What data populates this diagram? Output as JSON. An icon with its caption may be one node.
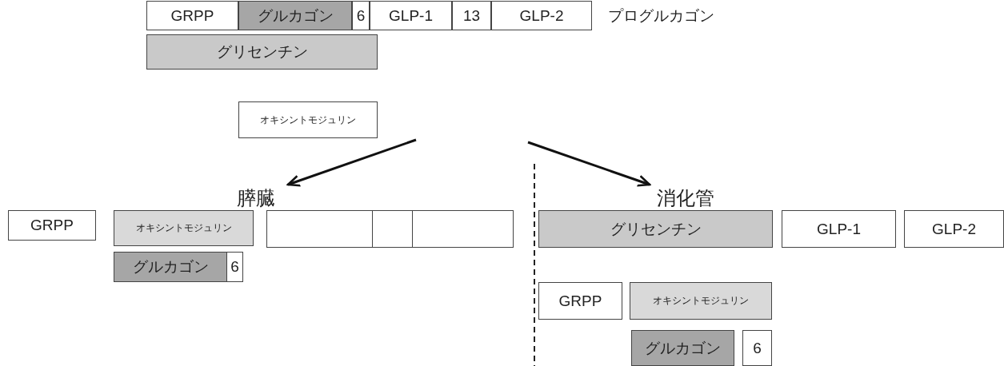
{
  "diagram": {
    "nodes": [
      {
        "text": [
          "GRPP"
        ]
      },
      {
        "text": [
          "グルカゴン"
        ]
      },
      {
        "text": [
          "6"
        ]
      },
      {
        "text": [
          "GLP-1"
        ]
      },
      {
        "text": [
          "13"
        ]
      },
      {
        "text": [
          "GLP-2"
        ]
      },
      {
        "text": [
          "グリセンチン"
        ]
      },
      {
        "text": [
          "オキシントモジュリン"
        ]
      },
      {
        "text": [
          "膵臓"
        ]
      },
      {
        "text": [
          "消化管"
        ]
      },
      {
        "text": [
          "GRPP"
        ]
      },
      {
        "text": [
          "オキシントモジュリン"
        ]
      },
      {
        "text": [],
        "shape": "box"
      },
      {
        "text": [],
        "shape": "box"
      },
      {
        "text": [],
        "shape": "box"
      },
      {
        "text": [
          "グルカゴン"
        ]
      },
      {
        "text": [
          "6"
        ]
      },
      {
        "text": [
          "グリセンチン"
        ]
      },
      {
        "text": [
          "GLP-1"
        ]
      },
      {
        "text": [
          "GLP-2"
        ]
      },
      {
        "text": [
          "GRPP"
        ]
      },
      {
        "text": [
          "オキシントモジュリン"
        ]
      },
      {
        "text": [
          "グルカゴン"
        ]
      },
      {
        "text": [
          "6"
        ]
      }
    ],
    "edges": [
      {
        "from": null,
        "to": 8,
        "arrow": "to"
      },
      {
        "from": null,
        "to": 9,
        "arrow": "to"
      }
    ],
    "labels": [
      "プログルカゴン"
    ]
  }
}
